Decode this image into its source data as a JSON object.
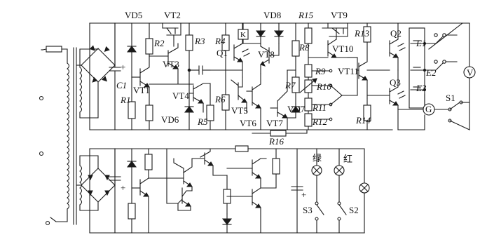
{
  "labels": {
    "vd5": "VD5",
    "vt2": "VT2",
    "vd8": "VD8",
    "r15": "R15",
    "vt9": "VT9",
    "r2": "R2",
    "r3": "R3",
    "r4": "R4",
    "r8": "R8",
    "r13": "R13",
    "q2": "Q2",
    "e1": "E1",
    "vt3": "VT3",
    "q1": "Q1",
    "vt8": "VT8",
    "vt10": "VT10",
    "c1": "C1",
    "vt1": "VT1",
    "r9": "R9",
    "vt11": "VT11",
    "e2": "E2",
    "v_meter": "V",
    "r1": "R1",
    "vt4": "VT4",
    "r10": "R10",
    "q3": "Q3",
    "e3": "E3",
    "r7": "R7",
    "s1": "S1",
    "r6": "R6",
    "vt5": "VT5",
    "r11": "R11",
    "vd6": "VD6",
    "r5": "R5",
    "vt6": "VT6",
    "vt7": "VT7",
    "vd7": "VD7",
    "r14": "R14",
    "g": "G",
    "r12": "R12",
    "r16": "R16",
    "green": "绿",
    "red": "红",
    "s3": "S3",
    "s2": "S2",
    "plus1": "+",
    "plus2": "+",
    "plus3": "+",
    "k": "K"
  }
}
